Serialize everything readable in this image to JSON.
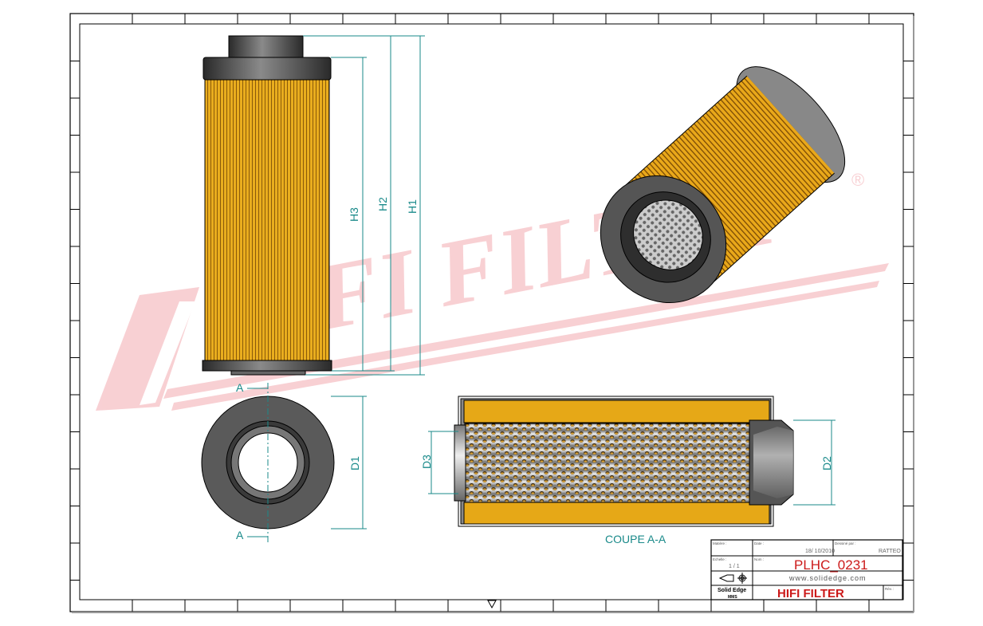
{
  "watermark": {
    "text": "HIFI FILTER",
    "mark": "®",
    "color": "#f7c8cc"
  },
  "dimensions": {
    "h1": "H1",
    "h2": "H2",
    "h3": "H3",
    "d1": "D1",
    "d2": "D2",
    "d3": "D3",
    "section_marker": "A"
  },
  "section_title": "COUPE A-A",
  "title_block": {
    "matiere_label": "Matière :",
    "date_label": "Date :",
    "date_value": "18/ 10/2010",
    "dessine_label": "Dessiné par :",
    "dessine_value": "RATTEO",
    "echelle_label": "Echelle :",
    "echelle_value": "1 / 1",
    "nom_label": "Nom :",
    "part_number": "PLHC_0231",
    "website": "www.solidedge.com",
    "software": "Solid Edge",
    "software_sub": "MMS",
    "company": "HIFI FILTER",
    "rev_label": "Rév. :"
  },
  "colors": {
    "dimension": "#1a8a8a",
    "filter_media": "#e6a817",
    "end_cap": "#4a4a4a",
    "title": "#cc1a1a"
  }
}
